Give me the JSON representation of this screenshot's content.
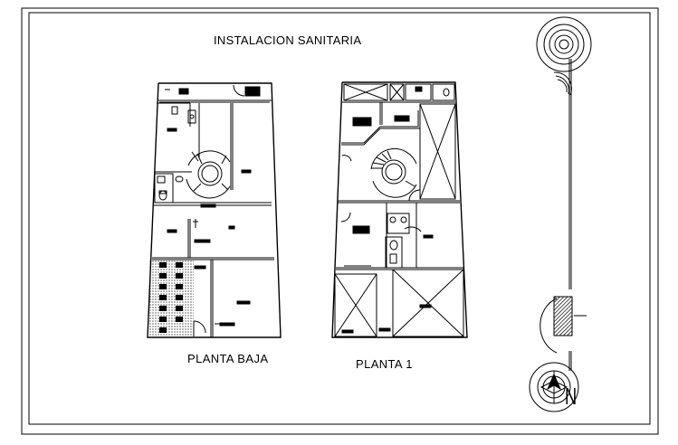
{
  "drawing": {
    "title": "INSTALACION SANITARIA",
    "plans": [
      {
        "caption": "PLANTA BAJA"
      },
      {
        "caption": "PLANTA 1"
      }
    ],
    "north_label": "N"
  },
  "icons": [
    "north-arrow-icon",
    "logo-seal-icon",
    "stair-icon",
    "toilet-icon",
    "sink-icon"
  ]
}
